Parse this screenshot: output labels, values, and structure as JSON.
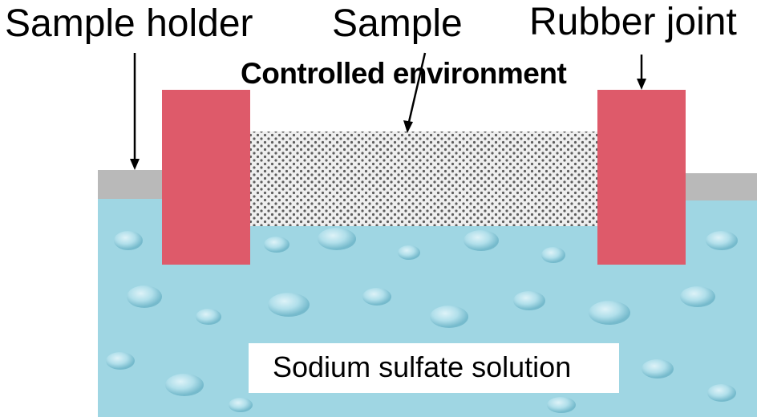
{
  "labels": {
    "sample_holder": "Sample holder",
    "sample": "Sample",
    "rubber_joint": "Rubber joint",
    "controlled_environment": "Controlled environment",
    "solution": "Sodium sulfate solution"
  },
  "colors": {
    "solution": "#9fd6e3",
    "holder": "#b9b9b9",
    "rubber": "#de5a6a",
    "sample_bg": "#efefef",
    "sample_dots": "#5e5e5e"
  }
}
